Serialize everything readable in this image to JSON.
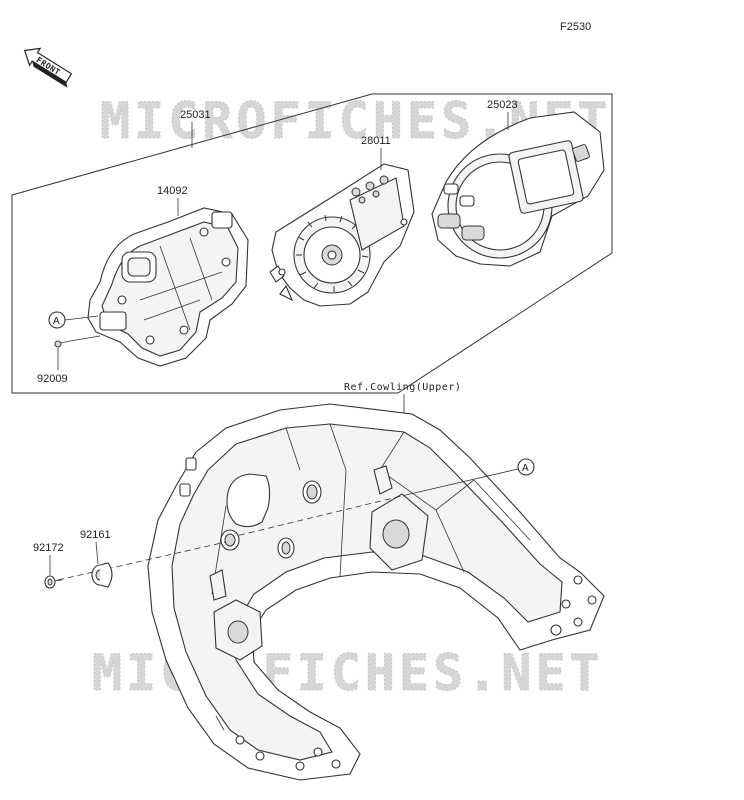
{
  "figure_code": "F2530",
  "front_arrow_text": "FRONT",
  "watermark_text": "MICROFICHES.NET",
  "callouts": {
    "assembly": "25031",
    "case_lower": "14092",
    "meter_unit": "28011",
    "case_upper": "25023",
    "screw": "92009",
    "grommet": "92161",
    "collar": "92172"
  },
  "reference_label": "Ref.Cowling(Upper)",
  "reference_marker": "A",
  "colors": {
    "line": "#333333",
    "watermark": "#d6d6d6",
    "background": "#ffffff"
  }
}
